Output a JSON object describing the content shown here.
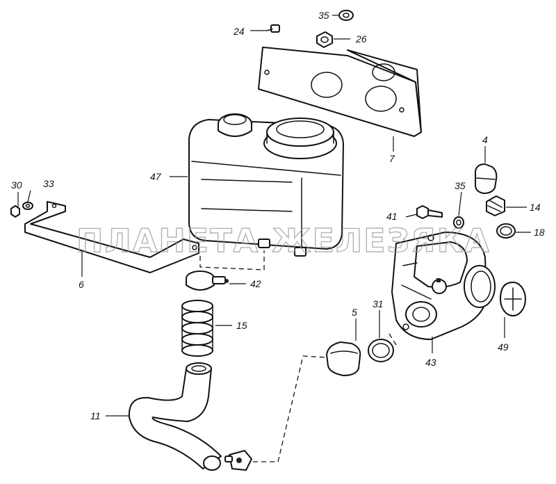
{
  "watermark": "ПЛАНЕТА ЖЕЛЕЗЯКА",
  "callouts": {
    "c4": "4",
    "c5": "5",
    "c6": "6",
    "c7": "7",
    "c11": "11",
    "c14": "14",
    "c15": "15",
    "c18": "18",
    "c24": "24",
    "c26": "26",
    "c30": "30",
    "c31": "31",
    "c33": "33",
    "c35a": "35",
    "c35b": "35",
    "c41": "41",
    "c42": "42",
    "c43": "43",
    "c47": "47",
    "c49": "49"
  },
  "colors": {
    "line": "#111111",
    "background": "#ffffff",
    "watermark": "#9a9a9a"
  }
}
